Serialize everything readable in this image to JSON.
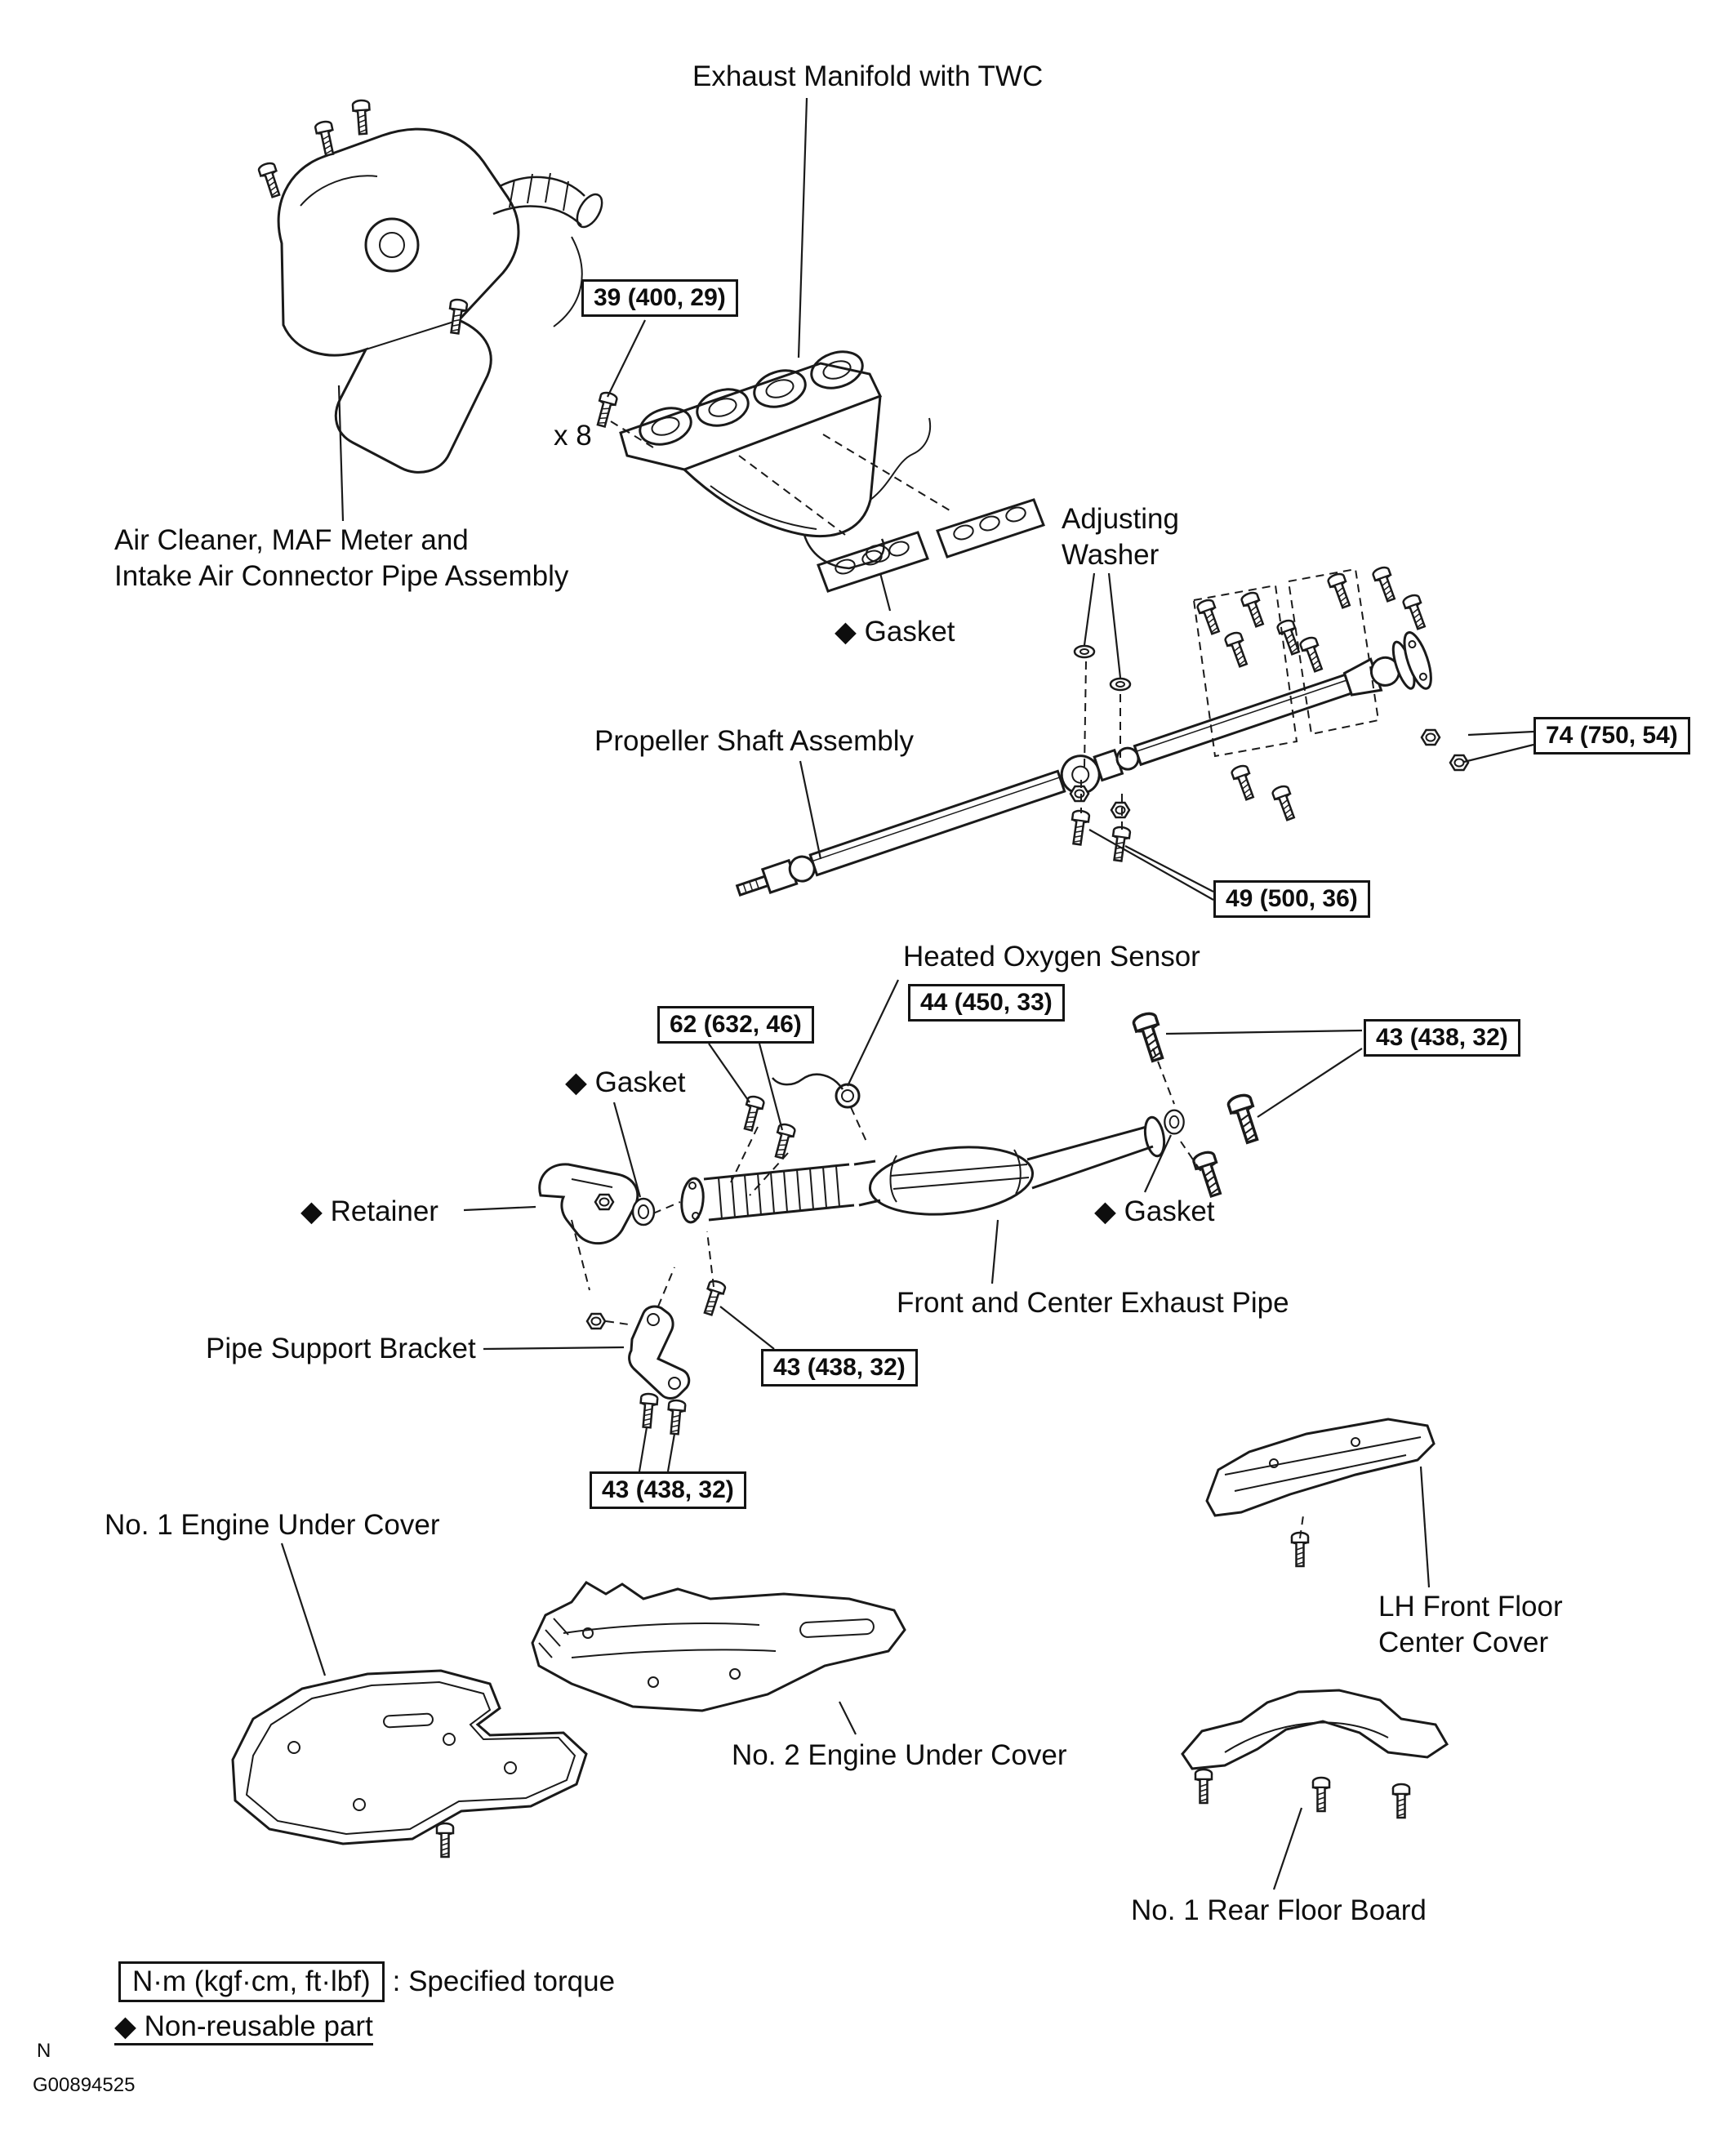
{
  "labels": {
    "exhaust_manifold": "Exhaust Manifold with TWC",
    "air_cleaner_1": "Air Cleaner, MAF Meter and",
    "air_cleaner_2": "Intake Air Connector Pipe Assembly",
    "bolt_count": "x 8",
    "gasket_top": "◆ Gasket",
    "adjusting_1": "Adjusting",
    "adjusting_2": "Washer",
    "propeller_shaft": "Propeller Shaft Assembly",
    "heated_o2": "Heated Oxygen Sensor",
    "gasket_mid": "◆ Gasket",
    "retainer": "◆ Retainer",
    "gasket_right": "◆ Gasket",
    "front_center_pipe": "Front and Center Exhaust Pipe",
    "pipe_support": "Pipe Support Bracket",
    "no1_cover": "No. 1 Engine Under Cover",
    "lh_floor_1": "LH Front Floor",
    "lh_floor_2": "Center Cover",
    "no2_cover": "No. 2 Engine Under Cover",
    "no1_rear_floor": "No. 1 Rear Floor Board"
  },
  "torques": {
    "manifold": "39 (400, 29)",
    "flange": "74 (750, 54)",
    "center_support": "49 (500, 36)",
    "o2_sensor": "44 (450, 33)",
    "front_pipe": "62 (632, 46)",
    "tail_right": "43 (438, 32)",
    "pipe_mid": "43 (438, 32)",
    "bracket": "43 (438, 32)"
  },
  "legend": {
    "torque_unit": "N·m (kgf·cm, ft·lbf)",
    "torque_desc": ": Specified torque",
    "non_reusable": "◆ Non-reusable part"
  },
  "footer": {
    "mark": "N",
    "figure_id": "G00894525"
  }
}
